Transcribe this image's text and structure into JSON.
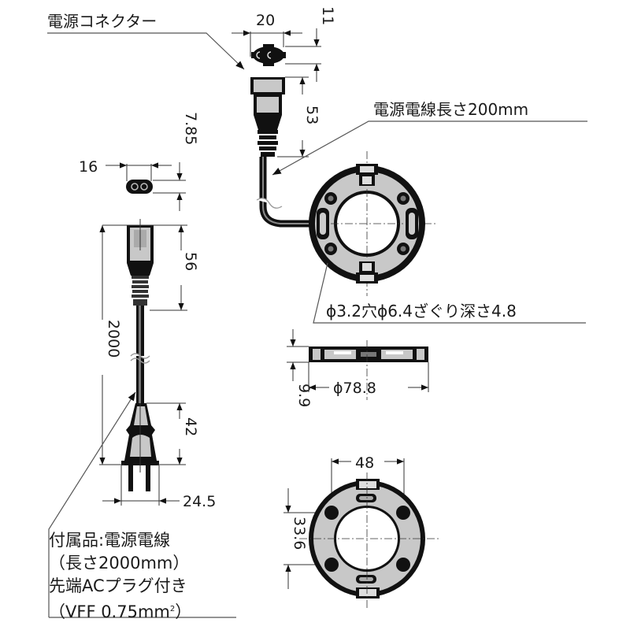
{
  "labels": {
    "connector": "電源コネクター",
    "cable_200": "電源電線長さ200mm",
    "hole_spec": "ϕ3.2穴ϕ6.4ざぐり深さ4.8"
  },
  "dimensions": {
    "connector_width": "20",
    "connector_height": "11",
    "connector_length": "53",
    "plug_face_width": "16",
    "plug_face_height": "7.85",
    "plug_body_length": "56",
    "cord_length": "2000",
    "ac_plug_length": "42",
    "ac_plug_width": "24.5",
    "side_height": "9.9",
    "diameter": "ϕ78.8",
    "hole_pitch_x": "48",
    "hole_pitch_y": "33.6"
  },
  "accessory_note": {
    "line1": "付属品:電源電線",
    "line2": "（長さ2000mm）",
    "line3": "先端ACプラグ付き",
    "line4_prefix": "（VFF 0.75mm",
    "line4_sup": "2",
    "line4_suffix": "）"
  }
}
